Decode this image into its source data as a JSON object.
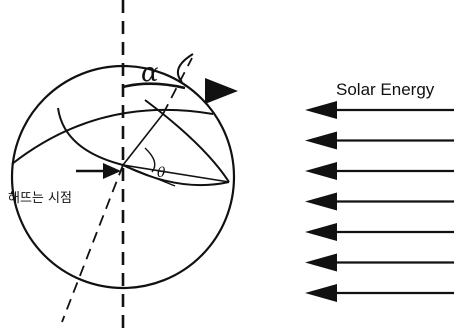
{
  "labels": {
    "solar_energy": "Solar Energy",
    "sunrise_point": "해뜨는 시점",
    "alpha": "α",
    "theta": "θ"
  },
  "colors": {
    "ink": "#111111",
    "background": "#ffffff"
  },
  "rays": {
    "count": 7
  }
}
